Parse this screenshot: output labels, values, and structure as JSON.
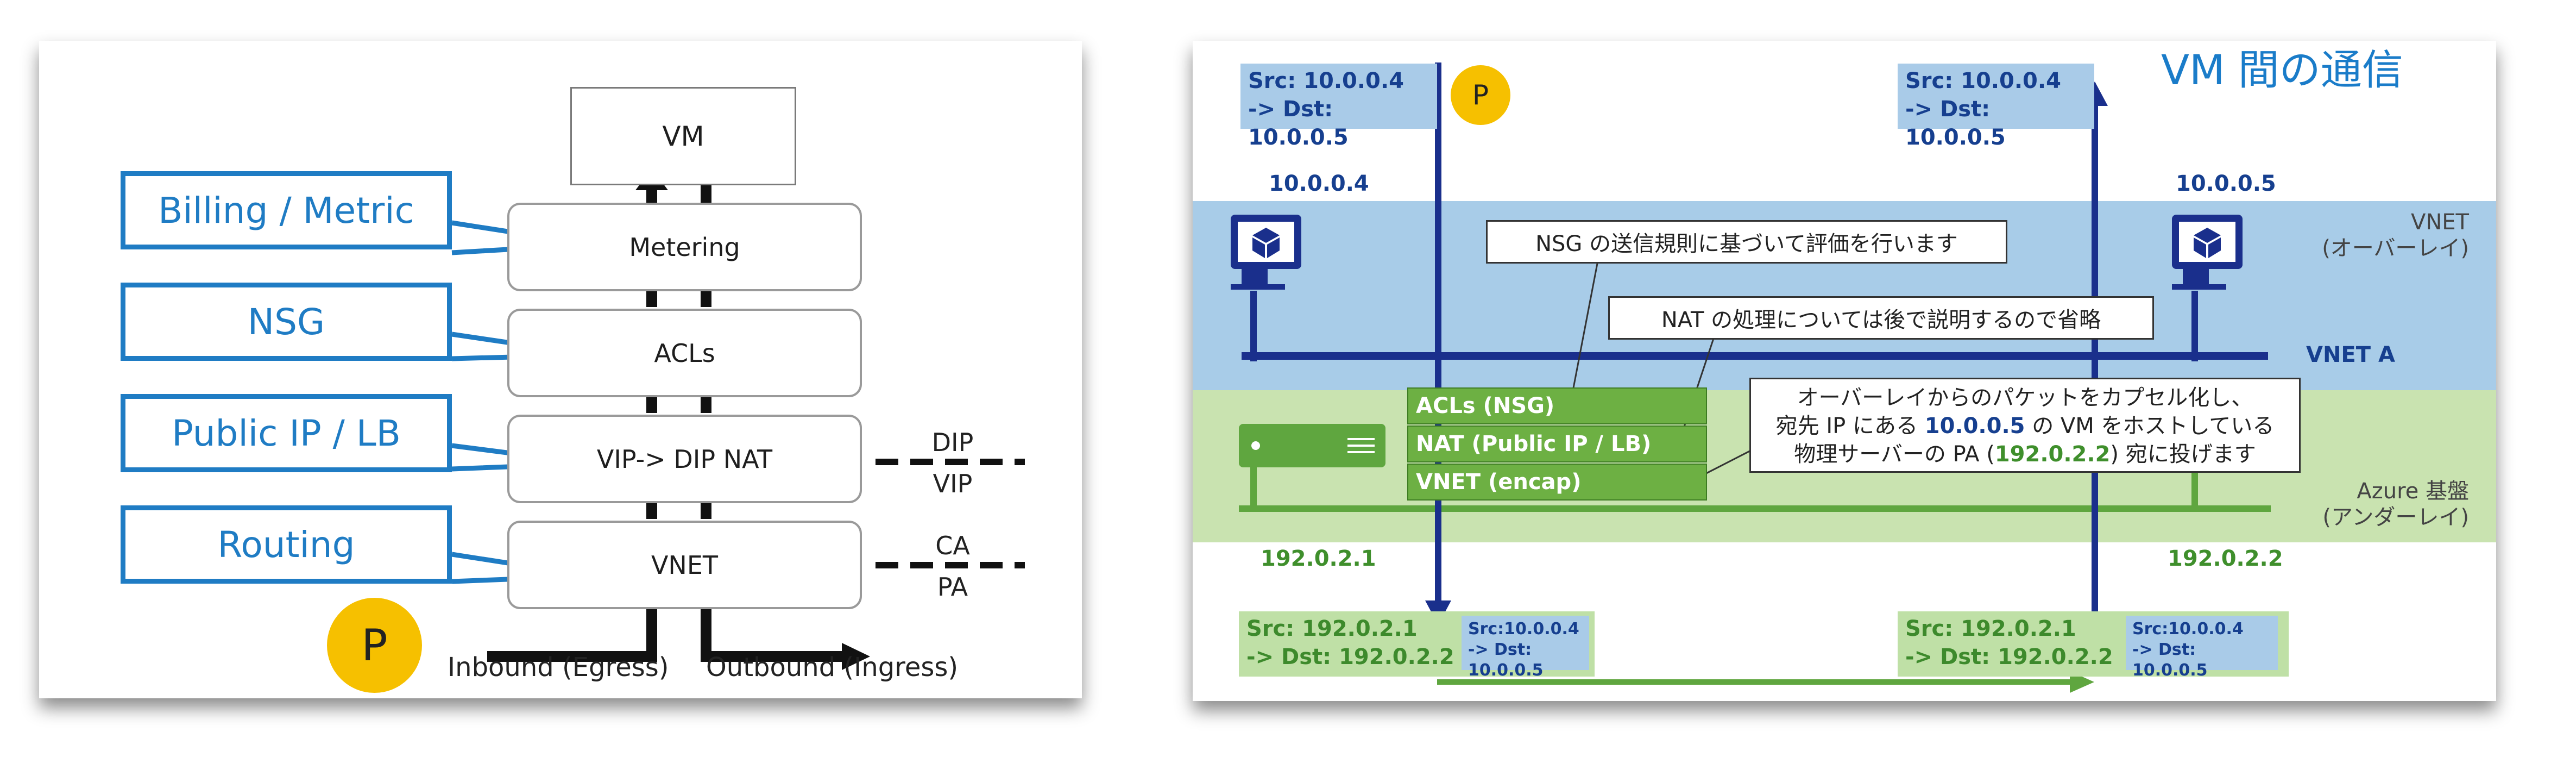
{
  "left_panel": {
    "vm_label": "VM",
    "layers": [
      {
        "label": "Metering",
        "callout": "Billing / Metric"
      },
      {
        "label": "ACLs",
        "callout": "NSG"
      },
      {
        "label": "VIP-> DIP NAT",
        "callout": "Public IP / LB"
      },
      {
        "label": "VNET",
        "callout": "Routing"
      }
    ],
    "side_labels": {
      "dip": "DIP",
      "vip": "VIP",
      "ca": "CA",
      "pa": "PA"
    },
    "p_badge": "P",
    "inbound_label": "Inbound (Egress)",
    "outbound_label": "Outbound (Ingress)",
    "colors": {
      "callout": "#1f7cc4",
      "badge": "#f6c000"
    }
  },
  "right_panel": {
    "title": "VM 間の通信",
    "p_badge": "P",
    "src_top_left": {
      "line1": "Src: 10.0.0.4",
      "line2": "-> Dst: 10.0.0.5"
    },
    "src_top_right": {
      "line1": "Src: 10.0.0.4",
      "line2": "-> Dst: 10.0.0.5"
    },
    "vm_left_ip": "10.0.0.4",
    "vm_right_ip": "10.0.0.5",
    "vnet_band_label": {
      "line1": "VNET",
      "line2": "(オーバーレイ)"
    },
    "vnet_a_label": "VNET A",
    "azure_band_label": {
      "line1": "Azure 基盤",
      "line2": "(アンダーレイ)"
    },
    "note_nsg": "NSG の送信規則に基づいて評価を行います",
    "note_nat": "NAT の処理については後で説明するので省略",
    "note_encap": {
      "line1": "オーバーレイからのパケットをカプセル化し、",
      "line2_pre": "宛先 IP にある ",
      "line2_ip": "10.0.0.5",
      "line2_post": " の VM をホストしている",
      "line3_pre": "物理サーバーの PA (",
      "line3_ip": "192.0.2.2",
      "line3_post": ") 宛に投げます"
    },
    "layers": [
      "ACLs (NSG)",
      "NAT (Public IP / LB)",
      "VNET (encap)"
    ],
    "host_left_ip": "192.0.2.1",
    "host_right_ip": "192.0.2.2",
    "packet_left": {
      "outer1": "Src: 192.0.2.1",
      "outer2": "-> Dst: 192.0.2.2",
      "inner1": "Src:10.0.0.4",
      "inner2": "-> Dst: 10.0.0.5"
    },
    "packet_right": {
      "outer1": "Src: 192.0.2.1",
      "outer2": "-> Dst: 192.0.2.2",
      "inner1": "Src:10.0.0.4",
      "inner2": "-> Dst: 10.0.0.5"
    },
    "colors": {
      "overlay_band": "#a8cce8",
      "underlay_band": "#c9e3b0",
      "navy": "#1a2f8c",
      "green": "#5fa63f",
      "title": "#1a7cc9"
    }
  }
}
